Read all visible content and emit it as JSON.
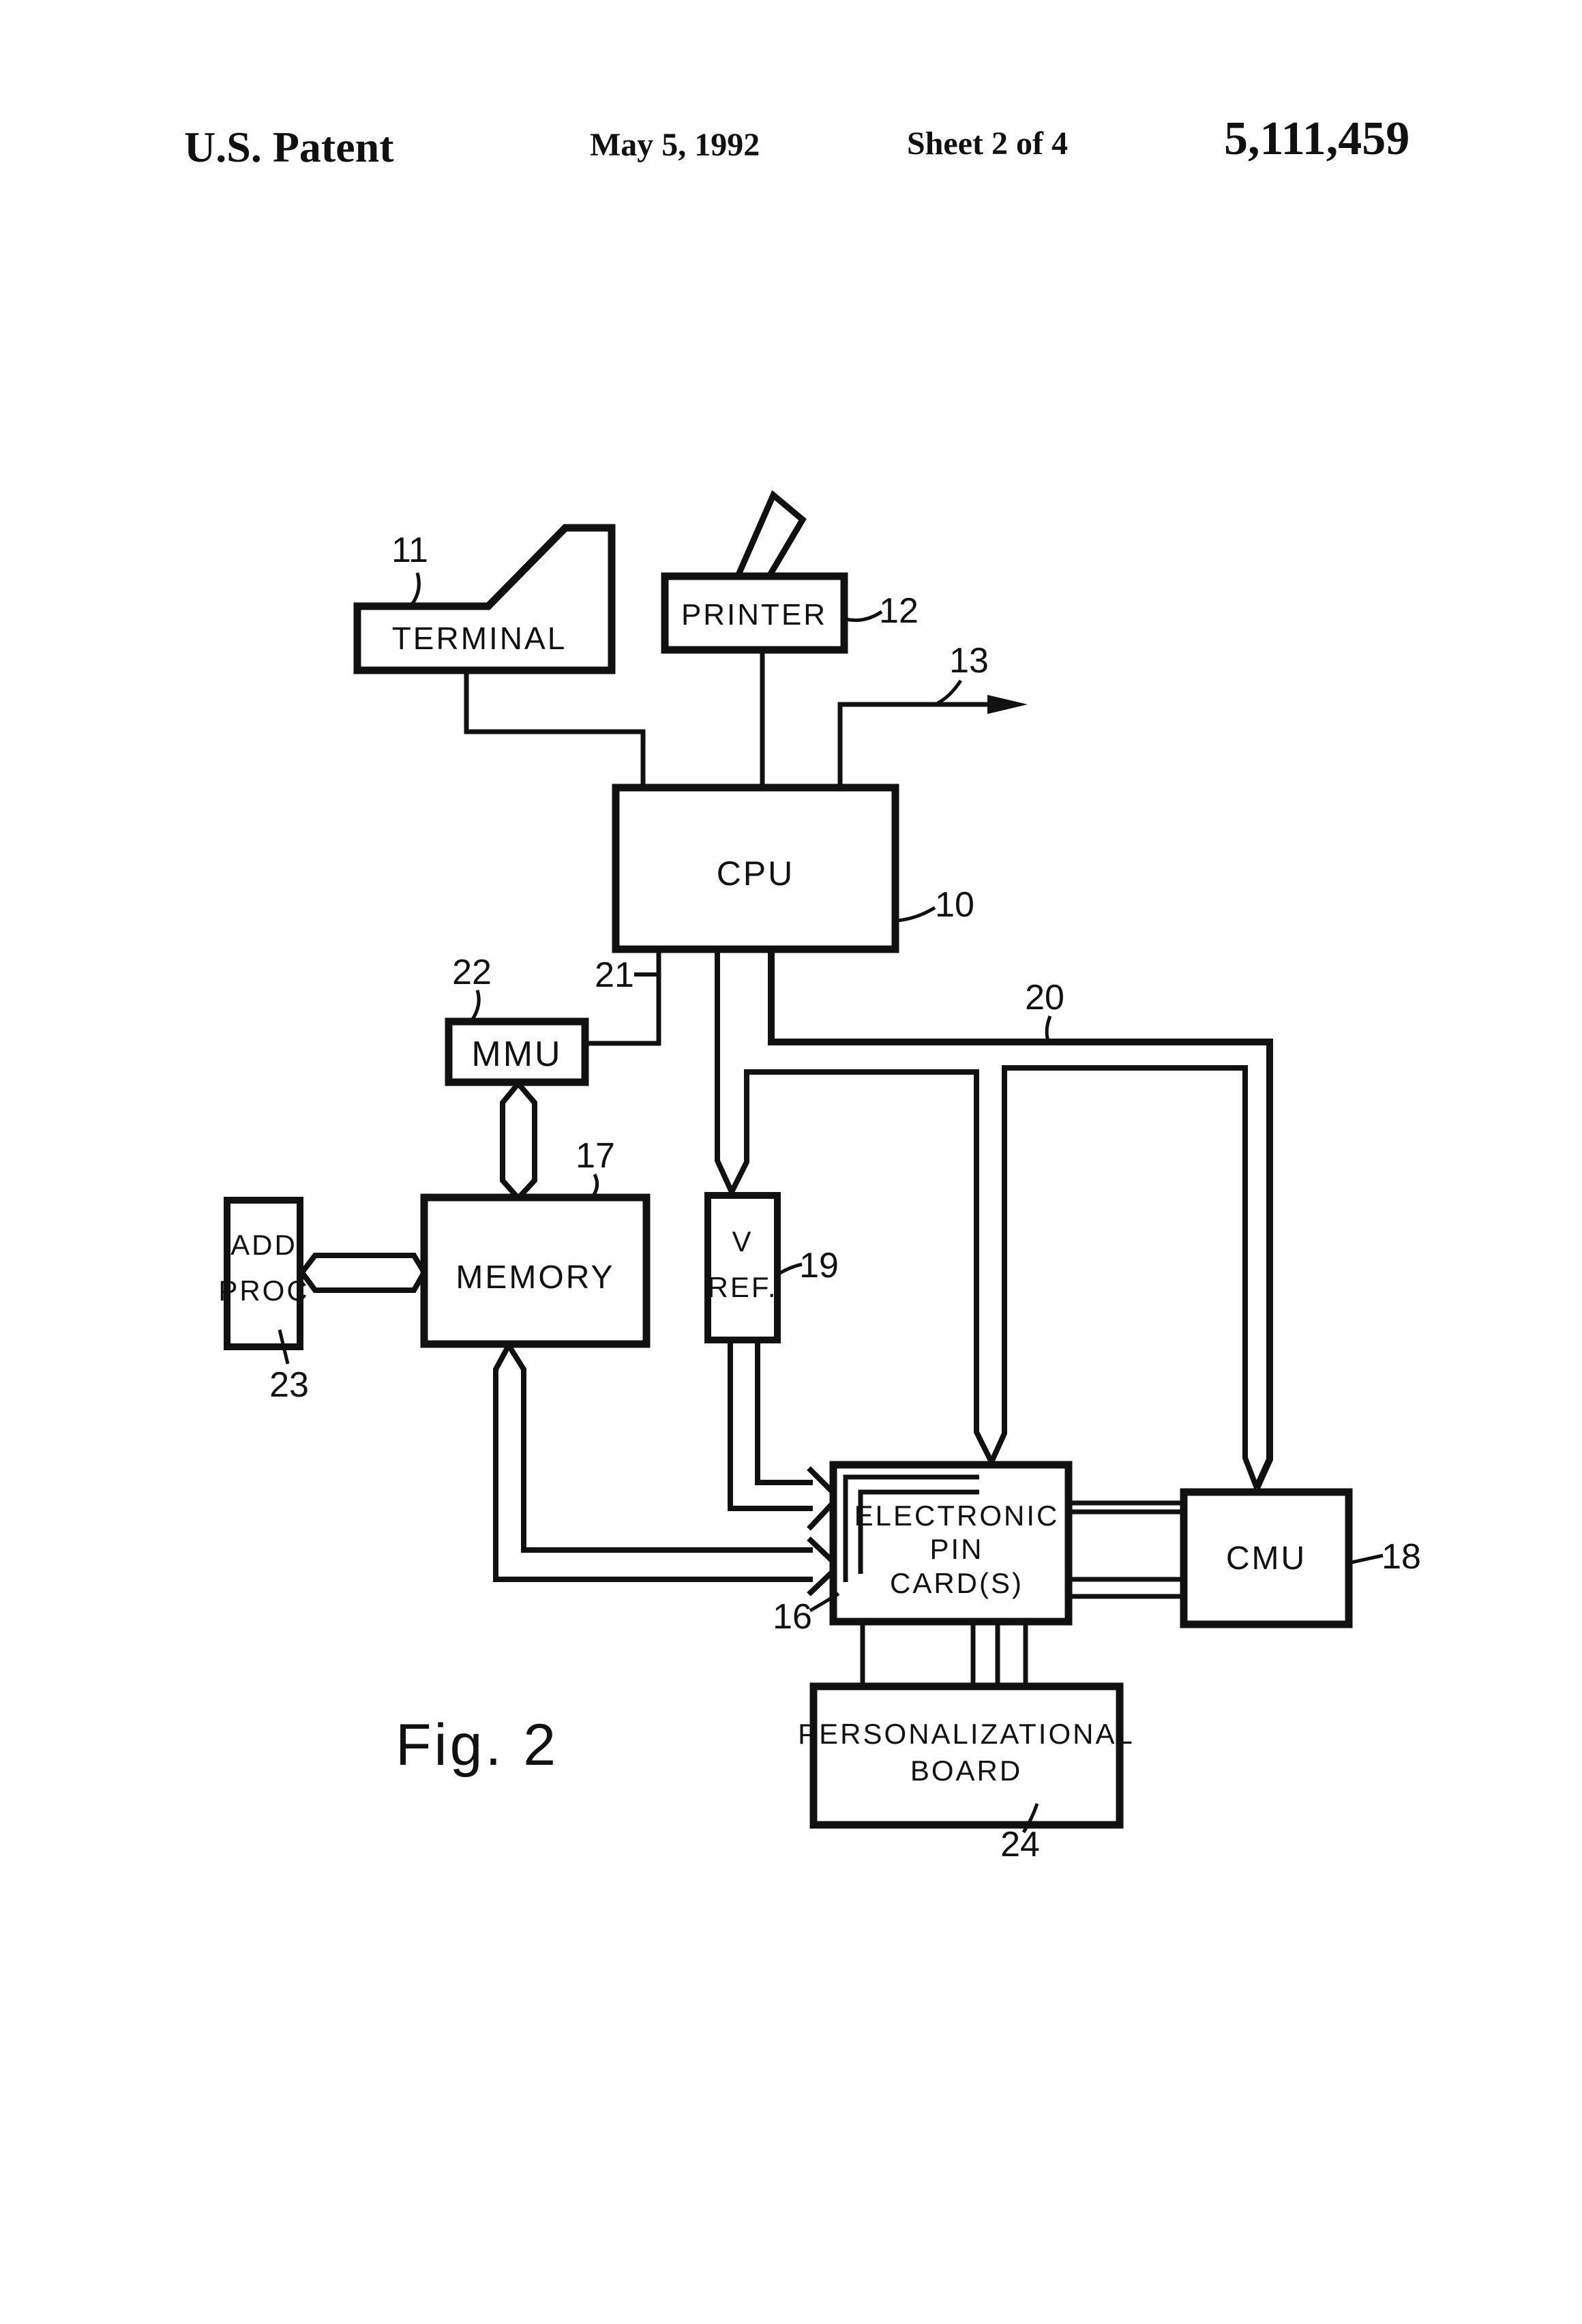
{
  "header": {
    "title": "U.S. Patent",
    "date": "May 5, 1992",
    "sheet": "Sheet 2 of 4",
    "patent_number": "5,111,459"
  },
  "figure_caption": "Fig. 2",
  "blocks": {
    "terminal": {
      "label": "TERMINAL",
      "ref": "11"
    },
    "printer": {
      "label": "PRINTER",
      "ref": "12"
    },
    "cpu": {
      "label": "CPU",
      "ref": "10"
    },
    "mmu": {
      "label": "MMU",
      "ref": "22"
    },
    "memory": {
      "label": "MEMORY",
      "ref": "17"
    },
    "add_proc": {
      "lines": [
        "ADD",
        "PROC"
      ],
      "ref": "23"
    },
    "v_ref": {
      "lines": [
        "V",
        "REF."
      ],
      "ref": "19"
    },
    "pin_cards": {
      "lines": [
        "ELECTRONIC",
        "PIN",
        "CARD(S)"
      ],
      "ref": "16"
    },
    "cmu": {
      "label": "CMU",
      "ref": "18"
    },
    "personalization_board": {
      "lines": [
        "PERSONALIZATIONAL",
        "BOARD"
      ],
      "ref": "24"
    }
  },
  "connections": {
    "output_arrow_ref": "13",
    "cpu_mmu_line_ref": "21",
    "cpu_cmu_bus_ref": "20"
  },
  "colors": {
    "ink": "#111111",
    "paper": "#ffffff"
  }
}
